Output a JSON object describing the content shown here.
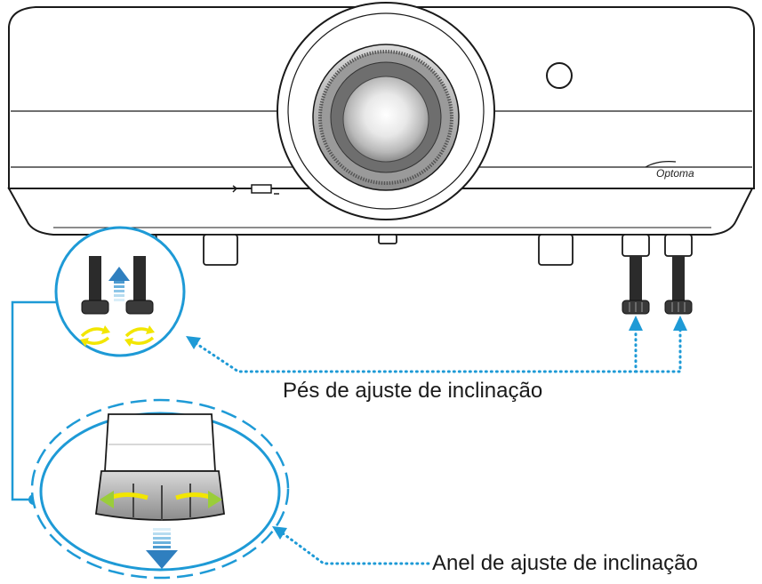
{
  "diagram": {
    "labels": {
      "tilt_feet": "Pés de ajuste de inclinação",
      "tilt_ring": "Anel de ajuste de inclinação"
    },
    "brand": "Optoma",
    "colors": {
      "callout_blue": "#1e9ad6",
      "arrow_blue": "#2f7fbf",
      "rotate_yellow": "#f2e600",
      "outline": "#1a1a1a",
      "foot_dark": "#2b2b2b"
    }
  }
}
